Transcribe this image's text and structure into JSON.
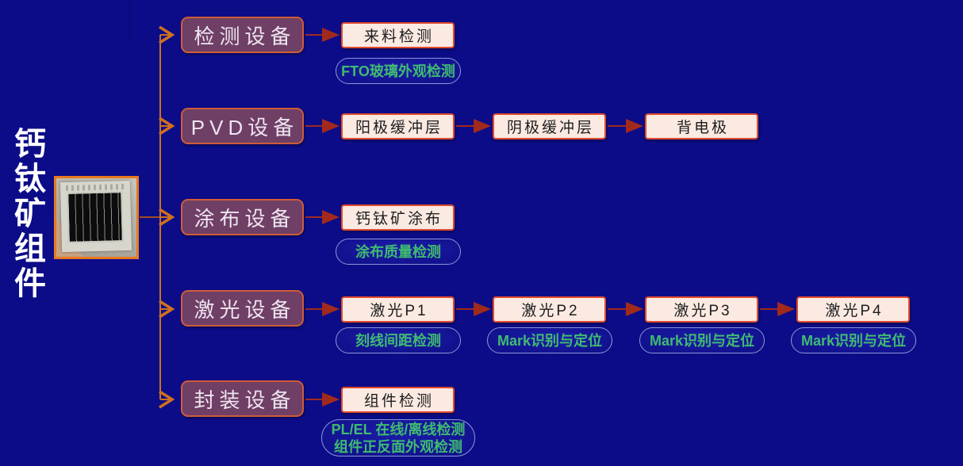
{
  "title": {
    "vertical_label": "钙钛矿组件"
  },
  "colors": {
    "background": "#0c0c88",
    "category_fill": "#6f3f66",
    "category_border": "#d05c39",
    "step_fill": "#fbeae2",
    "step_border": "#e14b2e",
    "pill_border": "#8a97d8",
    "pill_text_green": "#3fbb70",
    "trunk_arrow_orange": "#ce701f",
    "flow_arrow_red": "#a12a1c",
    "title_text": "#ffffff"
  },
  "rows": [
    {
      "category": "检测设备",
      "steps": [
        {
          "label": "来料检测",
          "checks": [
            "FTO玻璃外观检测"
          ]
        }
      ]
    },
    {
      "category": "PVD设备",
      "steps": [
        {
          "label": "阳极缓冲层",
          "checks": []
        },
        {
          "label": "阴极缓冲层",
          "checks": []
        },
        {
          "label": "背电极",
          "checks": []
        }
      ]
    },
    {
      "category": "涂布设备",
      "steps": [
        {
          "label": "钙钛矿涂布",
          "checks": [
            "涂布质量检测"
          ]
        }
      ]
    },
    {
      "category": "激光设备",
      "steps": [
        {
          "label": "激光P1",
          "checks": [
            "刻线间距检测"
          ]
        },
        {
          "label": "激光P2",
          "checks": [
            "Mark识别与定位"
          ]
        },
        {
          "label": "激光P3",
          "checks": [
            "Mark识别与定位"
          ]
        },
        {
          "label": "激光P4",
          "checks": [
            "Mark识别与定位"
          ]
        }
      ]
    },
    {
      "category": "封装设备",
      "steps": [
        {
          "label": "组件检测",
          "checks": [
            "PL/EL 在线/离线检测",
            "组件正反面外观检测"
          ]
        }
      ]
    }
  ]
}
